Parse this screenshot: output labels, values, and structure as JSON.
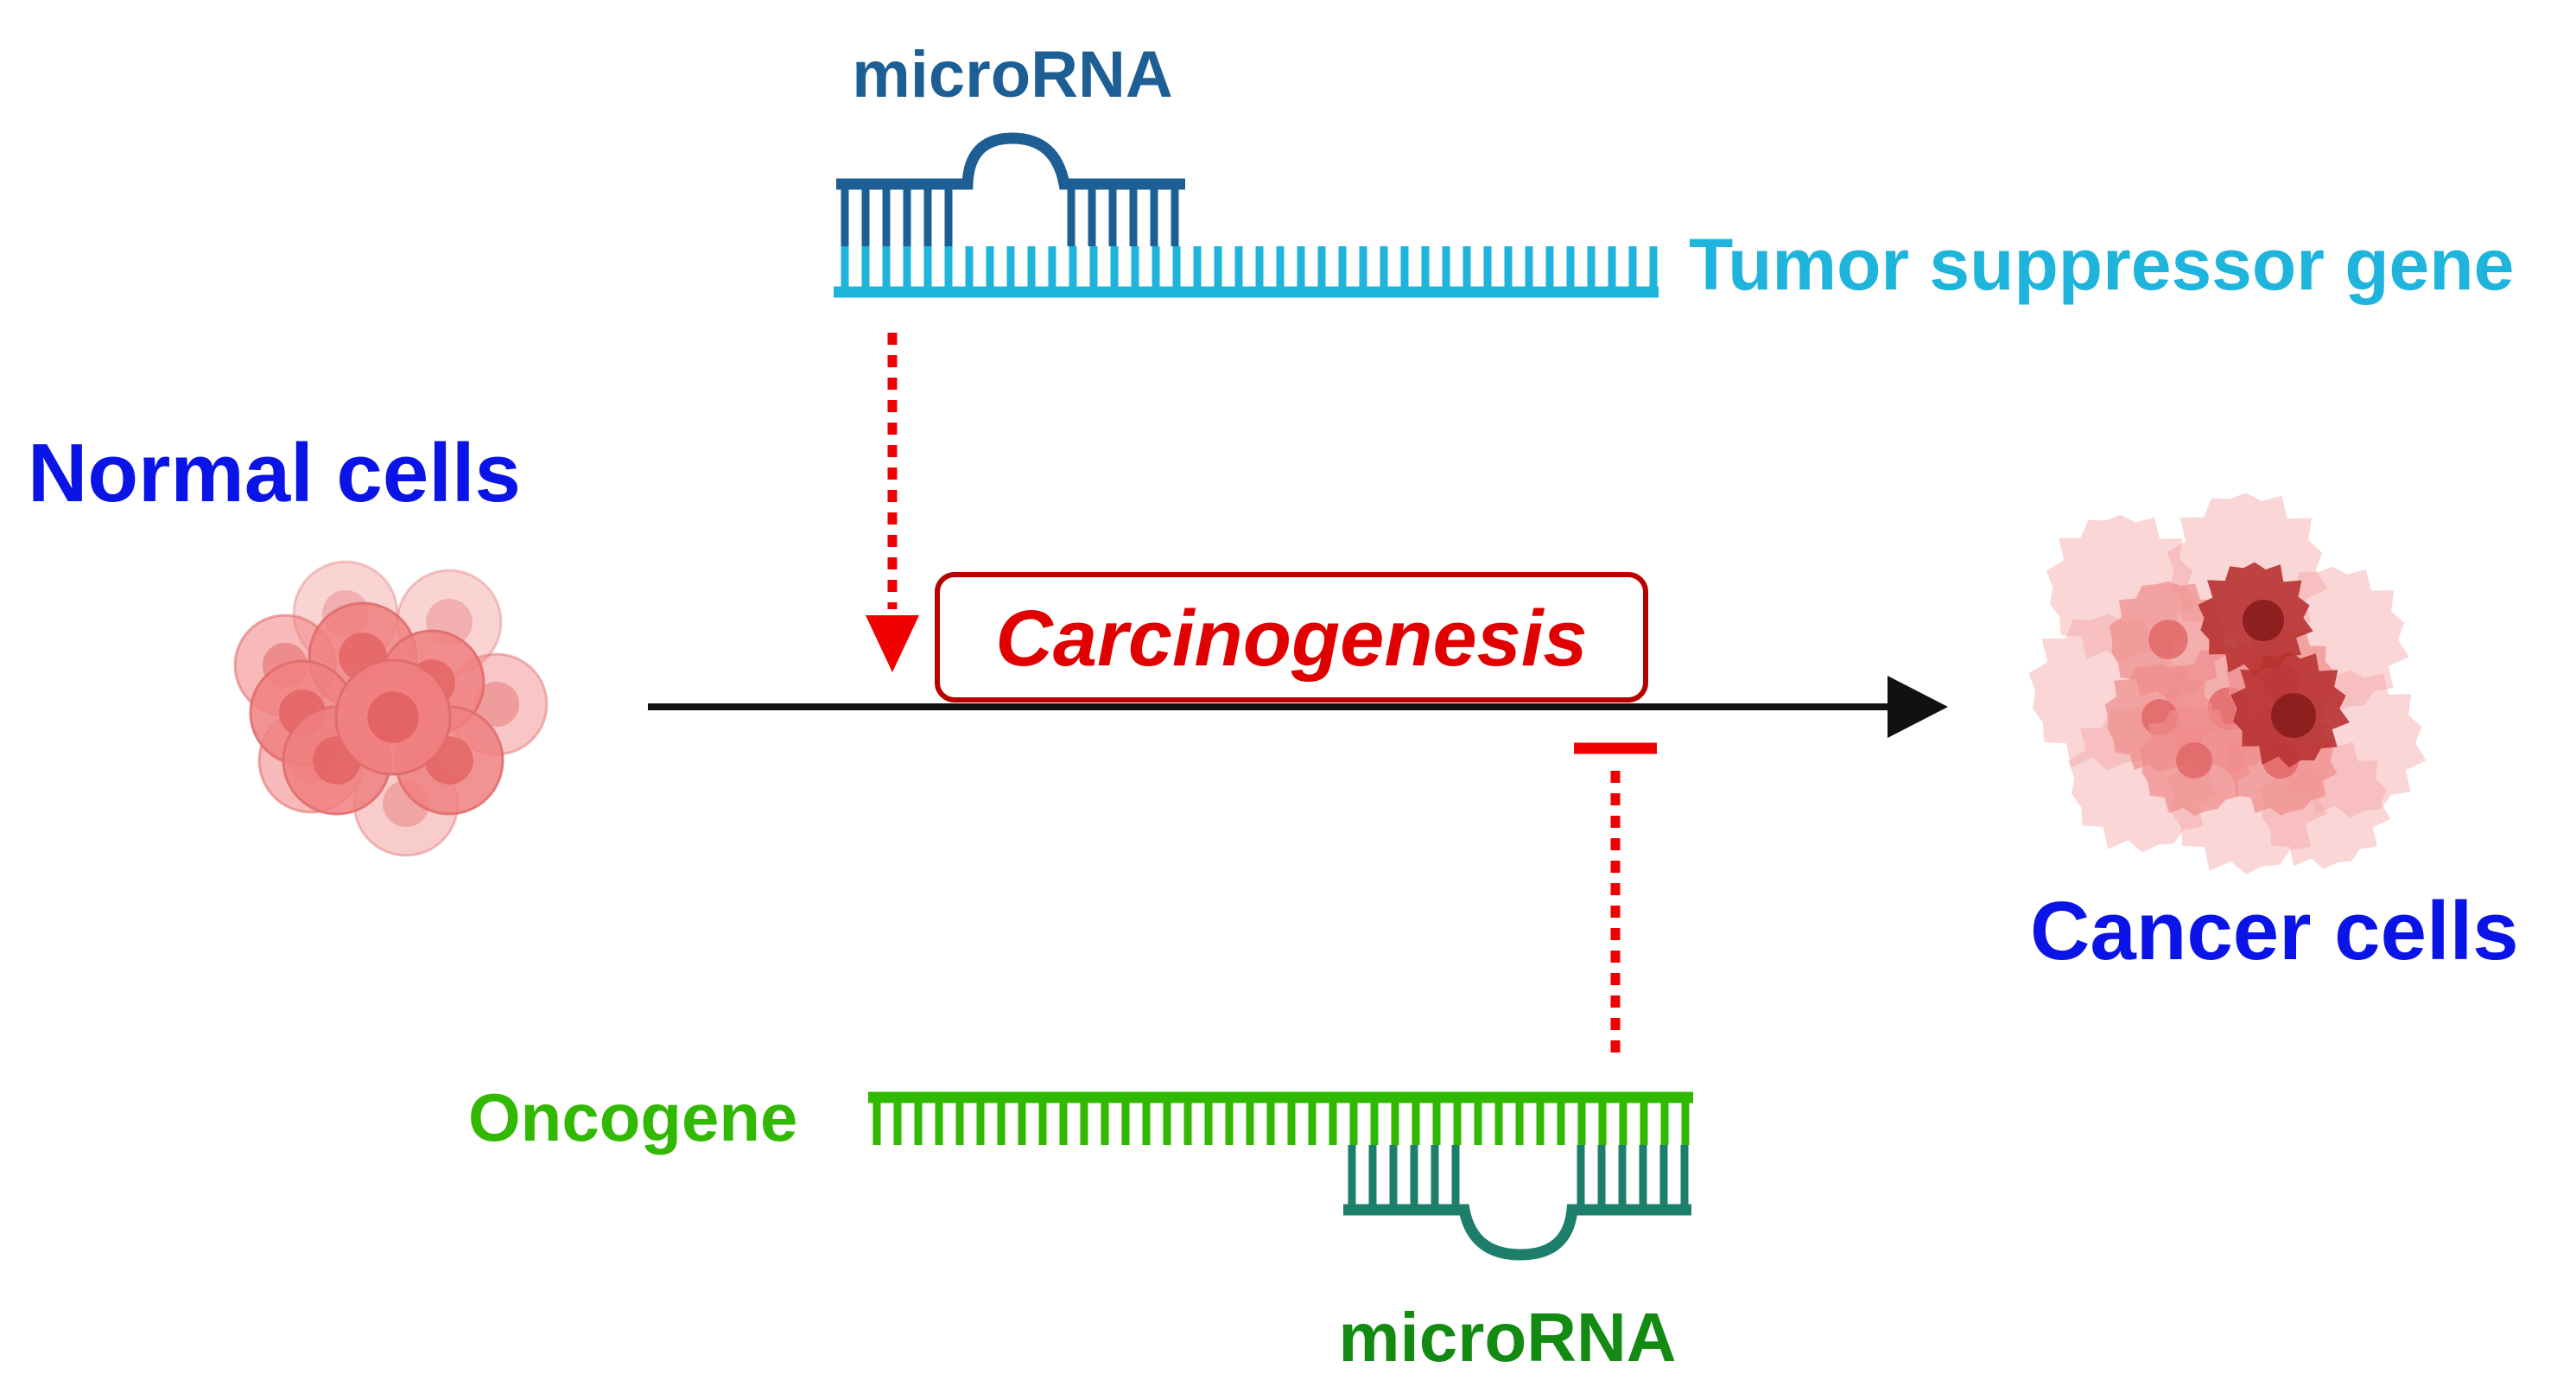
{
  "labels": {
    "normal_cells": "Normal cells",
    "cancer_cells": "Cancer cells",
    "mirna_top": "microRNA",
    "tumor_suppressor": "Tumor suppressor gene",
    "carcinogenesis": "Carcinogenesis",
    "oncogene": "Oncogene",
    "mirna_bottom": "microRNA"
  },
  "colors": {
    "normal_cells_text": "#0a14e6",
    "cancer_cells_text": "#0a14e6",
    "mirna_top": "#1d5f94",
    "tumor_suppressor": "#1fb4dc",
    "carcinogenesis": "#e00000",
    "carcinogenesis_box": "#b80000",
    "oncogene": "#31b800",
    "mirna_bottom": "#1e7e6c",
    "mirna_bottom_text": "#138a12",
    "arrow": "#111111",
    "dotted": "#f00000",
    "normal_cell_fill": "#f08080",
    "cancer_cell_dark": "#a82b2b"
  },
  "icons": {
    "normal_cells": "normal-cell-cluster-icon",
    "cancer_cells": "cancer-cell-cluster-icon"
  }
}
